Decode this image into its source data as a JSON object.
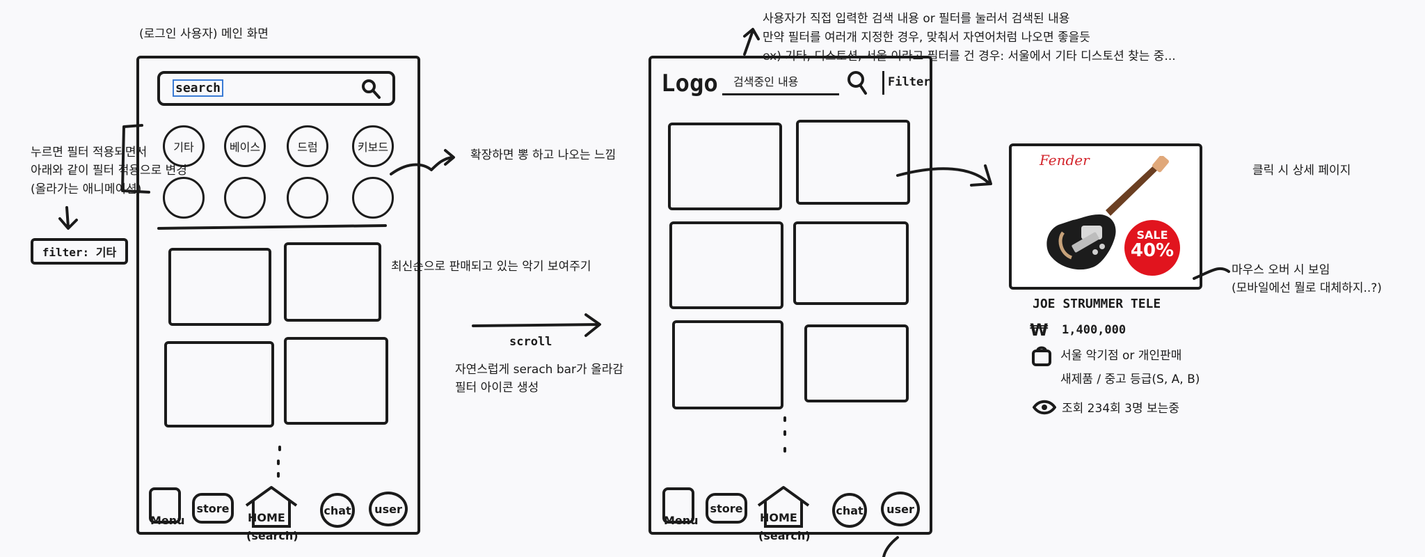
{
  "left_phone": {
    "caption": "(로그인 사용자) 메인 화면",
    "search_label": "search",
    "categories": [
      "기타",
      "베이스",
      "드럼",
      "키보드"
    ],
    "annotation_filter": [
      "누르면 필터 적용되면서",
      "아래와 같이 필터 적용으로 변경",
      "(올라가는 애니메이션)"
    ],
    "filter_chip": "filter: 기타",
    "annotation_expand": "확장하면 뽕 하고 나오는 느낌",
    "annotation_latest": "최신순으로 판매되고 있는 악기 보여주기",
    "nav": {
      "menu": "Menu",
      "store": "store",
      "home": "HOME",
      "home_sub": "(search)",
      "chat": "chat",
      "user": "user"
    }
  },
  "transition": {
    "scroll_label": "scroll",
    "notes": [
      "자연스럽게 serach bar가 올라감",
      "필터 아이콘 생성"
    ]
  },
  "right_phone": {
    "header_notes": [
      "사용자가 직접 입력한 검색 내용 or 필터를 눌러서 검색된 내용",
      "만약 필터를 여러개 지정한 경우, 맞춰서 자연어처럼 나오면 좋을듯",
      "ex) 기타, 디스토션, 서울 이라고 필터를 건 경우: 서울에서 기타 디스토션 찾는 중..."
    ],
    "logo": "Logo",
    "search_text": "검색중인 내용",
    "filter_label": "Filter",
    "nav": {
      "menu": "Menu",
      "store": "store",
      "home": "HOME",
      "home_sub": "(search)",
      "chat": "chat",
      "user": "user"
    }
  },
  "product_card": {
    "click_note": "클릭 시 상세 페이지",
    "brand": "Fender",
    "sale_label": "SALE",
    "sale_pct": "40%",
    "hover_note": [
      "마우스 오버 시 보임",
      "(모바일에선 뭘로 대체하지..?)"
    ],
    "name": "JOE STRUMMER TELE",
    "price": "1,400,000",
    "seller": "서울 악기점 or 개인판매",
    "condition": "새제품 / 중고 등급(S, A, B)",
    "views": "조회 234회 3명 보는중"
  }
}
